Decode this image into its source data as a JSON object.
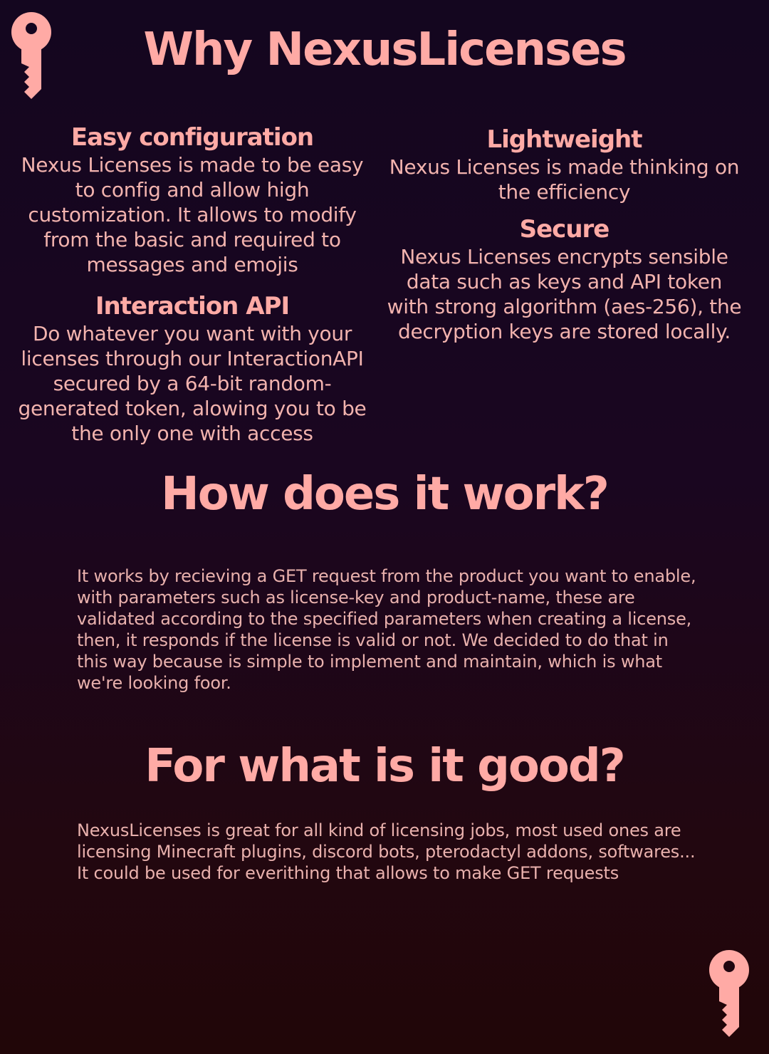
{
  "colors": {
    "accent": "#ffaaa5",
    "body_text": "#f2b3ae",
    "background_top": "#14061f",
    "background_bottom": "#210608"
  },
  "icons": {
    "top_left": "key-icon",
    "bottom_right": "key-icon"
  },
  "why": {
    "title": "Why NexusLicenses",
    "features": [
      {
        "title": "Easy configuration",
        "text": "Nexus Licenses is made to be easy to config and allow high customization. It allows to modify from the basic and required to messages and emojis"
      },
      {
        "title": "Interaction API",
        "text": "Do whatever you want with your licenses through our InteractionAPI secured by a 64-bit random-generated token, alowing you to be the only one with access"
      },
      {
        "title": "Lightweight",
        "text": "Nexus Licenses is made thinking on the efficiency"
      },
      {
        "title": "Secure",
        "text": "Nexus Licenses encrypts sensible data  such as keys and API token with strong algorithm (aes-256), the decryption keys are stored locally."
      }
    ]
  },
  "how": {
    "title": "How does it work?",
    "text": "It works by recieving a GET request from the product you want to enable, with parameters such as license-key and product-name, these are validated according to the specified parameters when creating a license, then, it responds if the license is valid or not. We decided to do that in this way because is simple to implement and maintain, which is what we're looking foor."
  },
  "good": {
    "title": "For what is it good?",
    "text": "NexusLicenses is great for all kind of licensing jobs, most used ones are licensing Minecraft plugins, discord bots, pterodactyl addons, softwares... It could be used for everithing that allows to make GET requests"
  }
}
